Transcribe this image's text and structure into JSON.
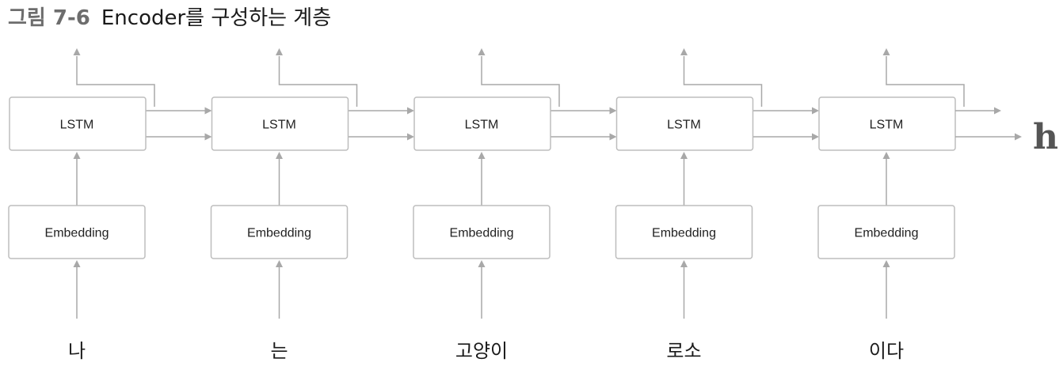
{
  "caption": {
    "number": "그림 7-6",
    "title": "Encoder를 구성하는 계층"
  },
  "steps": [
    {
      "lstm": "LSTM",
      "embedding": "Embedding",
      "word": "나"
    },
    {
      "lstm": "LSTM",
      "embedding": "Embedding",
      "word": "는"
    },
    {
      "lstm": "LSTM",
      "embedding": "Embedding",
      "word": "고양이"
    },
    {
      "lstm": "LSTM",
      "embedding": "Embedding",
      "word": "로소"
    },
    {
      "lstm": "LSTM",
      "embedding": "Embedding",
      "word": "이다"
    }
  ],
  "output_label": "h"
}
